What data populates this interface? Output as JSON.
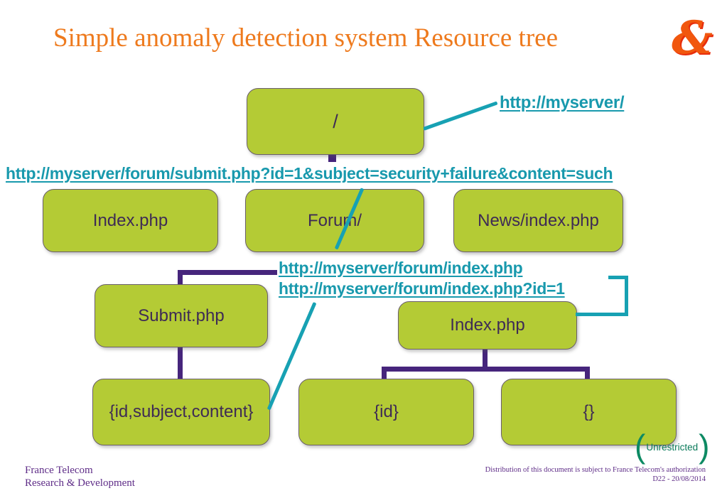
{
  "slide": {
    "title": "Simple anomaly detection system Resource tree",
    "logo_glyph": "&"
  },
  "colors": {
    "node_fill": "#b4cb35",
    "node_border": "#6a5f6b",
    "node_text": "#3e2b55",
    "callout_teal": "#17a1b3",
    "connector_purple": "#46257c",
    "title_orange": "#ee7a1d",
    "footer_purple": "#5e2c87",
    "unrestricted_green": "#0d8a63",
    "logo_orange": "#f1570e"
  },
  "tree": {
    "nodes": [
      {
        "id": "root",
        "label": "/"
      },
      {
        "id": "index2",
        "label": "Index.php"
      },
      {
        "id": "forum",
        "label": "Forum/"
      },
      {
        "id": "news",
        "label": "News/index.php"
      },
      {
        "id": "submit",
        "label": "Submit.php"
      },
      {
        "id": "index3",
        "label": "Index.php"
      },
      {
        "id": "params1",
        "label": "{id,subject,content}"
      },
      {
        "id": "params2",
        "label": "{id}"
      },
      {
        "id": "params3",
        "label": "{}"
      }
    ]
  },
  "annotations": {
    "urls": [
      {
        "text": "http://myserver/"
      },
      {
        "text": "http://myserver/forum/submit.php?id=1&subject=security+failure&content=such"
      },
      {
        "text": "http://myserver/forum/index.php"
      },
      {
        "text": "http://myserver/forum/index.php?id=1"
      }
    ]
  },
  "footer": {
    "org_line1": "France Telecom",
    "org_line2": "Research & Development",
    "notice_line1": "Distribution of this document is subject to France Telecom's authorization",
    "notice_line2": "D22 - 20/08/2014",
    "badge": "Unrestricted",
    "paren_open": "(",
    "paren_close": ")"
  }
}
